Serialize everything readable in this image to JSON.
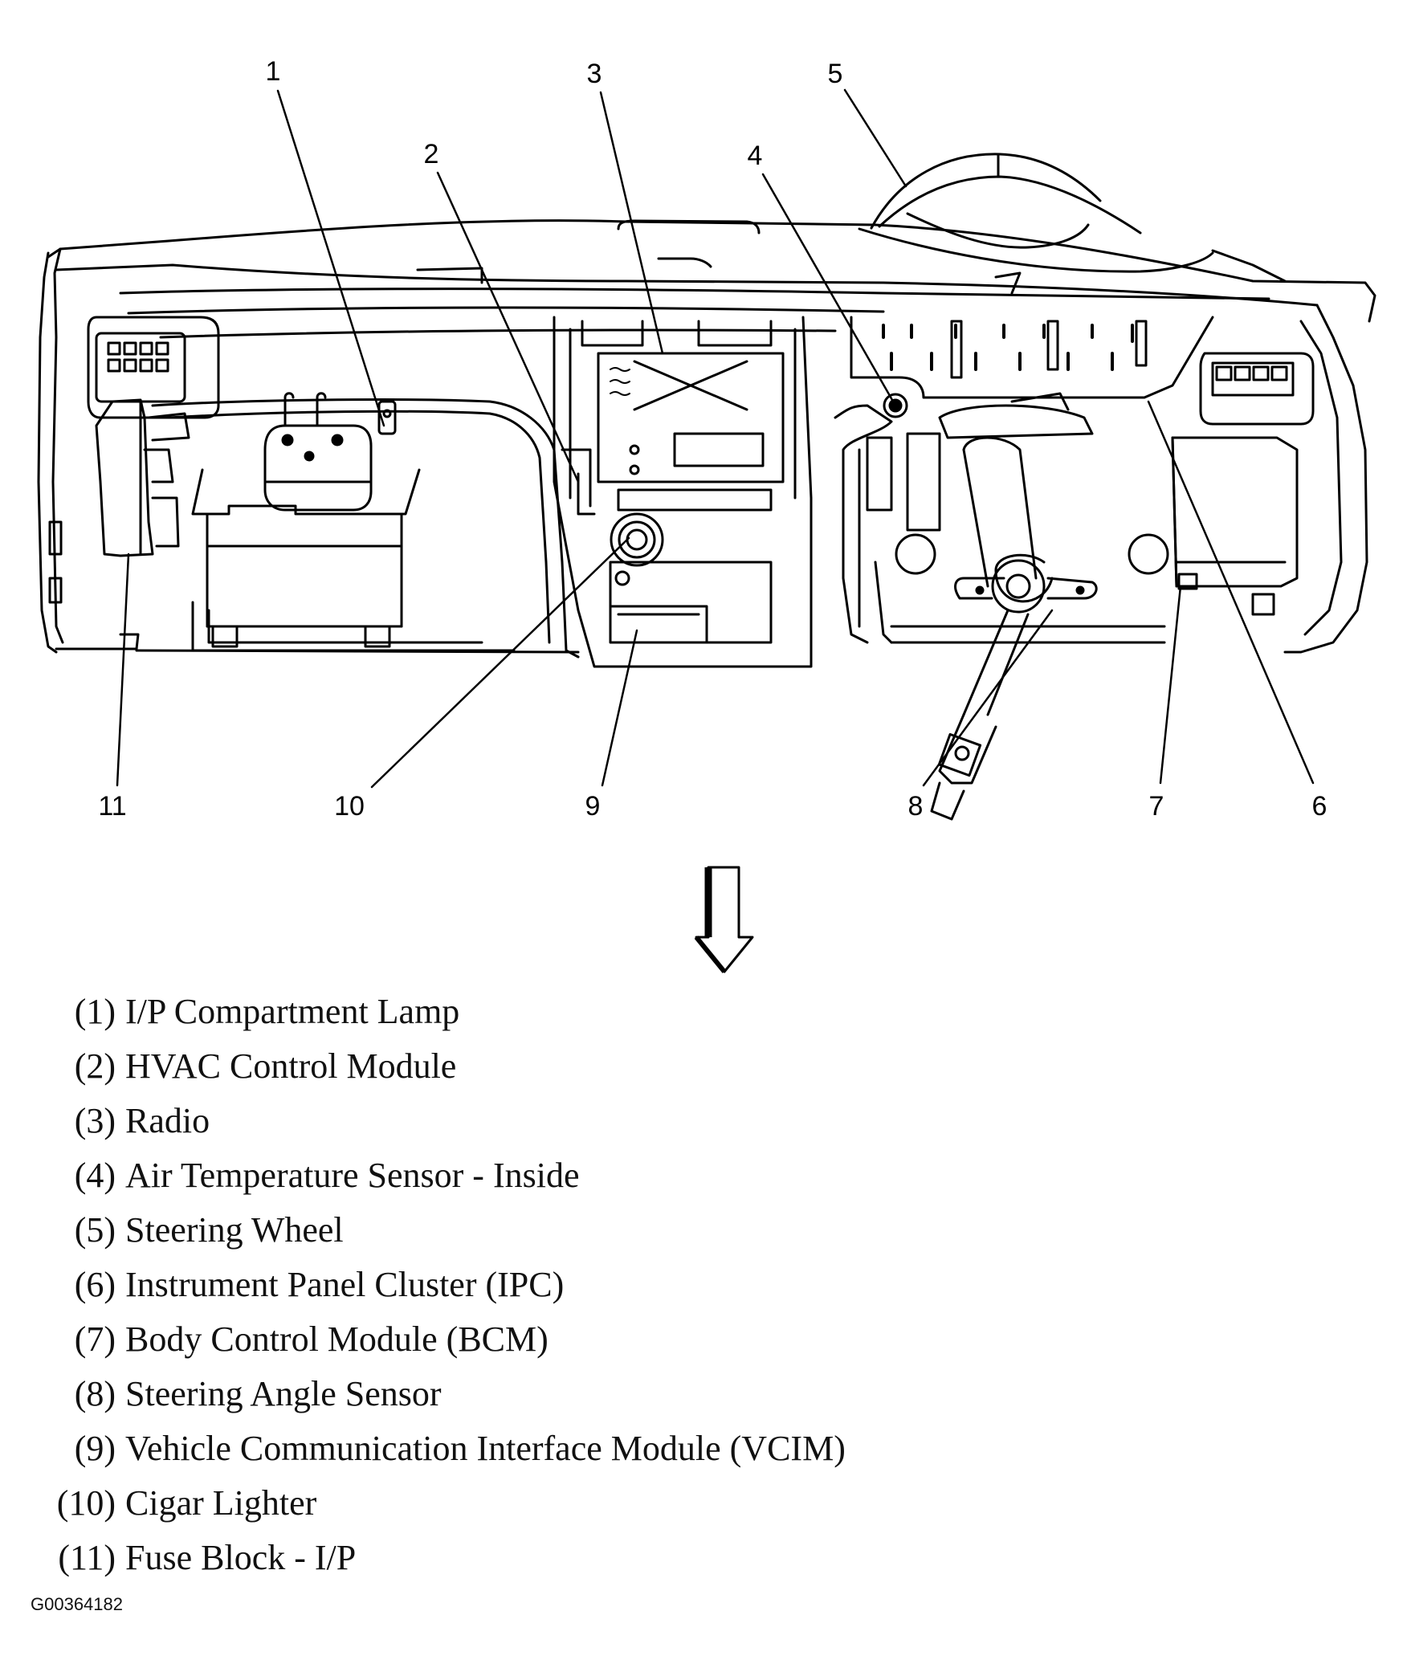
{
  "figure": {
    "id": "G00364182",
    "subject": "Instrument panel component locations (rear view of I/P)"
  },
  "callouts": [
    {
      "num": "1",
      "label": "I/P Compartment Lamp"
    },
    {
      "num": "2",
      "label": "HVAC Control Module"
    },
    {
      "num": "3",
      "label": "Radio"
    },
    {
      "num": "4",
      "label": "Air Temperature Sensor - Inside"
    },
    {
      "num": "5",
      "label": "Steering Wheel"
    },
    {
      "num": "6",
      "label": "Instrument Panel Cluster (IPC)"
    },
    {
      "num": "7",
      "label": "Body Control Module (BCM)"
    },
    {
      "num": "8",
      "label": "Steering Angle Sensor"
    },
    {
      "num": "9",
      "label": "Vehicle Communication Interface Module (VCIM)"
    },
    {
      "num": "10",
      "label": "Cigar Lighter"
    },
    {
      "num": "11",
      "label": "Fuse Block - I/P"
    }
  ],
  "legend": [
    {
      "num": "(1)",
      "label": "I/P Compartment Lamp"
    },
    {
      "num": "(2)",
      "label": "HVAC Control Module"
    },
    {
      "num": "(3)",
      "label": "Radio"
    },
    {
      "num": "(4)",
      "label": "Air Temperature Sensor - Inside"
    },
    {
      "num": "(5)",
      "label": "Steering Wheel"
    },
    {
      "num": "(6)",
      "label": "Instrument Panel Cluster (IPC)"
    },
    {
      "num": "(7)",
      "label": "Body Control Module (BCM)"
    },
    {
      "num": "(8)",
      "label": "Steering Angle Sensor"
    },
    {
      "num": "(9)",
      "label": "Vehicle Communication Interface Module (VCIM)"
    },
    {
      "num": "(10)",
      "label": "Cigar Lighter"
    },
    {
      "num": "(11)",
      "label": "Fuse Block - I/P"
    }
  ],
  "arrow": {
    "direction": "down",
    "icon": "down-arrow-icon"
  }
}
